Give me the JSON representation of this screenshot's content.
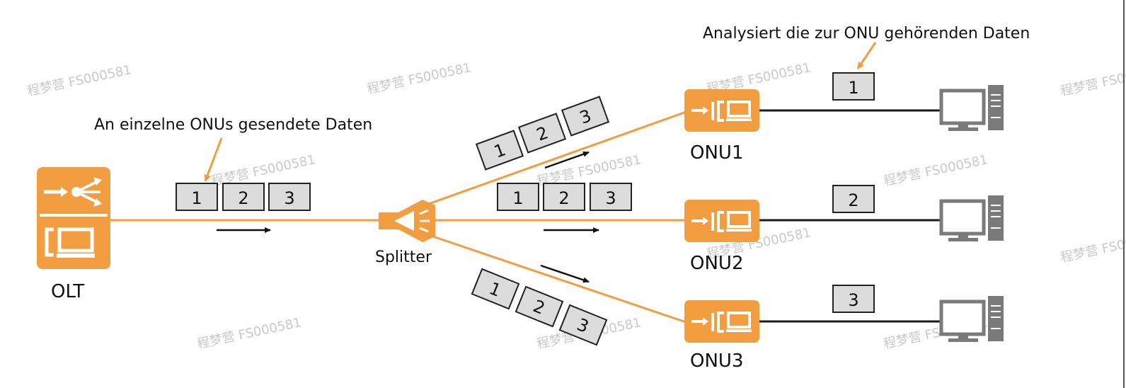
{
  "colors": {
    "accent": "#f29d3f",
    "line_dark": "#1a1a1a",
    "box_fill": "#dcdcdc",
    "pc_gray": "#7a7a7a"
  },
  "labels": {
    "olt": "OLT",
    "splitter": "Splitter",
    "onu1": "ONU1",
    "onu2": "ONU2",
    "onu3": "ONU3",
    "annotation_sent": "An einzelne ONUs gesendete Daten",
    "annotation_analyze": "Analysiert die zur ONU gehörenden Daten"
  },
  "frames": {
    "olt_link": [
      "1",
      "2",
      "3"
    ],
    "branch1": [
      "1",
      "2",
      "3"
    ],
    "branch2": [
      "1",
      "2",
      "3"
    ],
    "branch3": [
      "1",
      "2",
      "3"
    ],
    "onu1_out": "1",
    "onu2_out": "2",
    "onu3_out": "3"
  },
  "watermark": "程梦营 FS000581",
  "icons": {
    "olt": "olt-device-icon",
    "splitter": "splitter-icon",
    "onu": "onu-device-icon",
    "pc": "desktop-computer-icon",
    "arrow": "direction-arrow-icon"
  }
}
